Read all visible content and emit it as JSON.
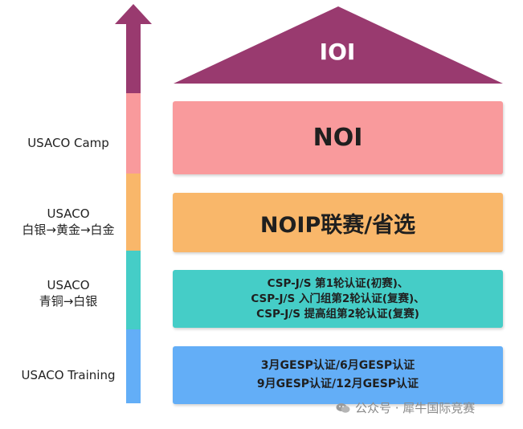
{
  "colors": {
    "purple": "#993a6f",
    "pink": "#f99a9c",
    "orange": "#f9b76a",
    "teal": "#45cdc7",
    "blue": "#63aef7"
  },
  "levels": {
    "ioi": "IOI",
    "noi": "NOI",
    "noip": "NOIP联赛/省选",
    "csp": {
      "line1": "CSP-J/S 第1轮认证(初赛)、",
      "line2": "CSP-J/S 入门组第2轮认证(复赛)、",
      "line3": "CSP-J/S 提高组第2轮认证(复赛)"
    },
    "gesp": {
      "line1": "3月GESP认证/6月GESP认证",
      "line2": "9月GESP认证/12月GESP认证"
    }
  },
  "usaco": {
    "camp": "USACO Camp",
    "gold": {
      "title": "USACO",
      "sub": "白银→黄金→白金"
    },
    "silver": {
      "title": "USACO",
      "sub": "青铜→白银"
    },
    "training": "USACO Training"
  },
  "watermark": {
    "icon": "wechat-icon",
    "text": "公众号 · 犀牛国际竞赛"
  }
}
